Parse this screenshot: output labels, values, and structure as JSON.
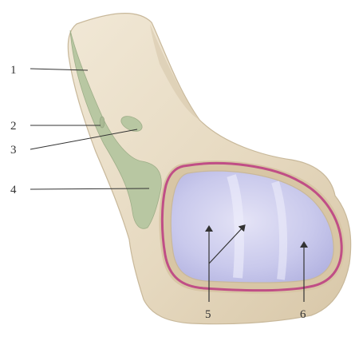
{
  "labels": {
    "l1": "1",
    "l2": "2",
    "l3": "3",
    "l4": "4",
    "l5": "5",
    "l6": "6"
  },
  "colors": {
    "bone": "#e8dcc4",
    "bone_shadow": "#c8b89a",
    "green": "#b9c8a4",
    "capsule": "#c04e86",
    "fluid": "#c7c8ea",
    "line": "#333333"
  }
}
